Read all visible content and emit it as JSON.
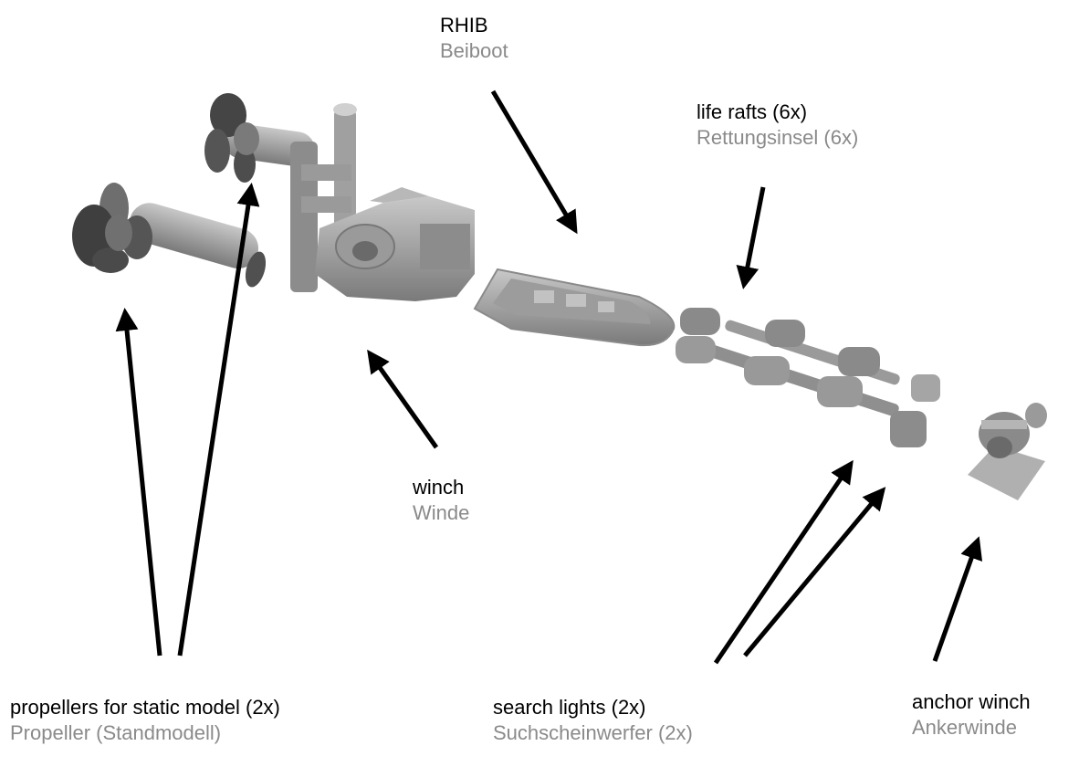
{
  "colors": {
    "english_text": "#000000",
    "german_text": "#8a8a8a",
    "arrow": "#000000",
    "part_fill": "#8f8f8f",
    "part_dark": "#5a5a5a",
    "part_light": "#c4c4c4"
  },
  "labels": {
    "rhib": {
      "en": "RHIB",
      "de": "Beiboot"
    },
    "life_rafts": {
      "en": "life rafts (6x)",
      "de": "Rettungsinsel (6x)"
    },
    "winch": {
      "en": "winch",
      "de": "Winde"
    },
    "propellers": {
      "en": "propellers for static model (2x)",
      "de": "Propeller (Standmodell)"
    },
    "search_lights": {
      "en": "search lights (2x)",
      "de": "Suchscheinwerfer (2x)"
    },
    "anchor_winch": {
      "en": "anchor winch",
      "de": "Ankerwinde"
    }
  }
}
